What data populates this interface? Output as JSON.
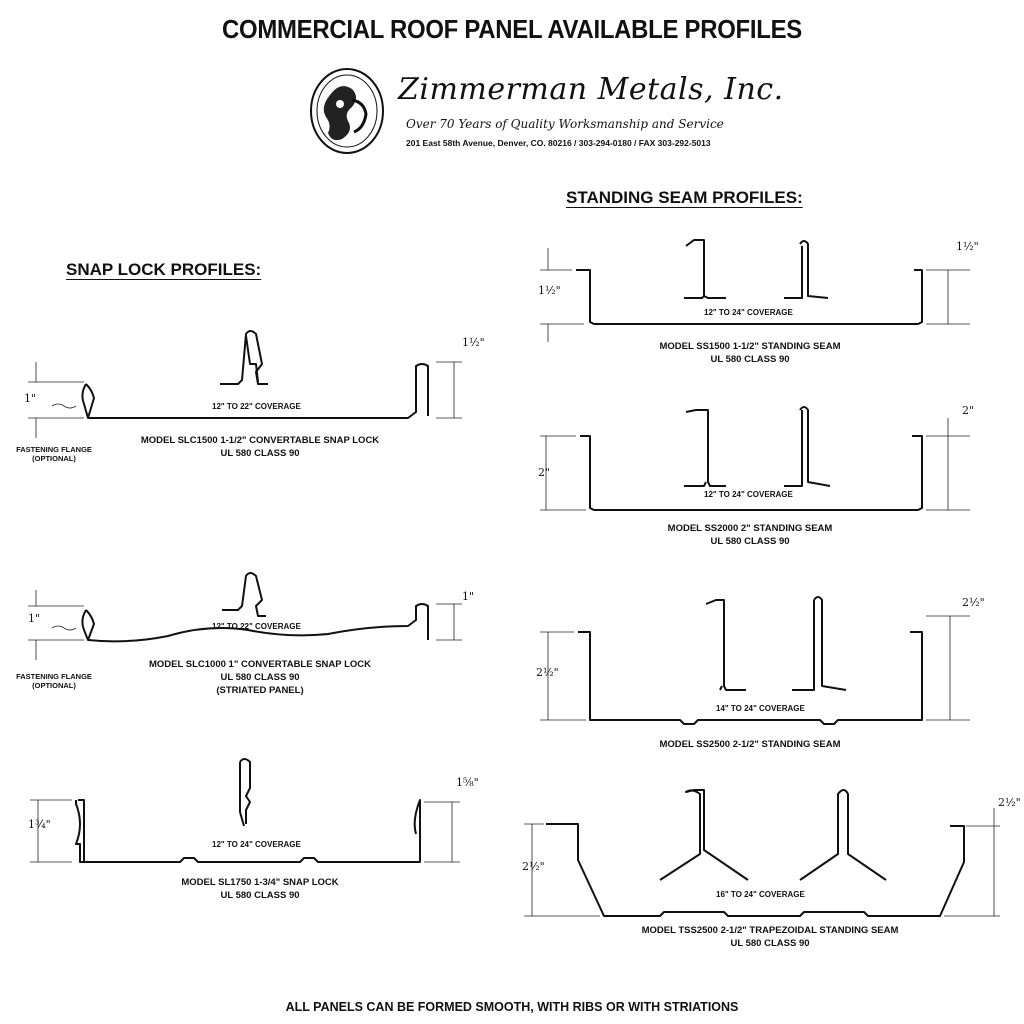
{
  "header": {
    "title": "COMMERCIAL ROOF PANEL AVAILABLE PROFILES",
    "company": "Zimmerman Metals, Inc.",
    "tagline": "Over 70 Years of Quality Worksmanship and Service",
    "address": "201 East 58th Avenue, Denver, CO. 80216 / 303-294-0180 / FAX 303-292-5013"
  },
  "sections": {
    "snap_lock": "SNAP LOCK PROFILES:",
    "standing_seam": "STANDING SEAM PROFILES:"
  },
  "snap": {
    "slc1500": {
      "coverage": "12\" TO 22\" COVERAGE",
      "model": "MODEL SLC1500 1-1/2\" CONVERTABLE SNAP LOCK",
      "ul": "UL 580 CLASS 90",
      "flange1": "FASTENING FLANGE",
      "flange2": "(OPTIONAL)",
      "dim_left": "1\"",
      "dim_right": "1½\""
    },
    "slc1000": {
      "coverage": "12\" TO 22\" COVERAGE",
      "model": "MODEL SLC1000 1\" CONVERTABLE SNAP LOCK",
      "ul": "UL 580 CLASS 90",
      "note": "(STRIATED PANEL)",
      "flange1": "FASTENING FLANGE",
      "flange2": "(OPTIONAL)",
      "dim_left": "1\"",
      "dim_right": "1\""
    },
    "sl1750": {
      "coverage": "12\" TO 24\" COVERAGE",
      "model": "MODEL SL1750 1-3/4\" SNAP LOCK",
      "ul": "UL 580 CLASS 90",
      "dim_left": "1¾\"",
      "dim_right": "1⅝\""
    }
  },
  "seam": {
    "ss1500": {
      "coverage": "12\" TO 24\" COVERAGE",
      "model": "MODEL SS1500 1-1/2\" STANDING SEAM",
      "ul": "UL 580 CLASS 90",
      "dim_left": "1½\"",
      "dim_right": "1½\""
    },
    "ss2000": {
      "coverage": "12\" TO 24\" COVERAGE",
      "model": "MODEL SS2000 2\" STANDING SEAM",
      "ul": "UL 580 CLASS 90",
      "dim_left": "2\"",
      "dim_right": "2\""
    },
    "ss2500": {
      "coverage": "14\" TO 24\" COVERAGE",
      "model": "MODEL SS2500 2-1/2\" STANDING SEAM",
      "dim_left": "2½\"",
      "dim_right": "2½\""
    },
    "tss2500": {
      "coverage": "16\" TO 24\" COVERAGE",
      "model": "MODEL TSS2500 2-1/2\" TRAPEZOIDAL STANDING SEAM",
      "ul": "UL 580 CLASS 90",
      "dim_left": "2½\"",
      "dim_right": "2½\""
    }
  },
  "footer": "ALL PANELS CAN BE FORMED SMOOTH, WITH RIBS OR WITH STRIATIONS"
}
